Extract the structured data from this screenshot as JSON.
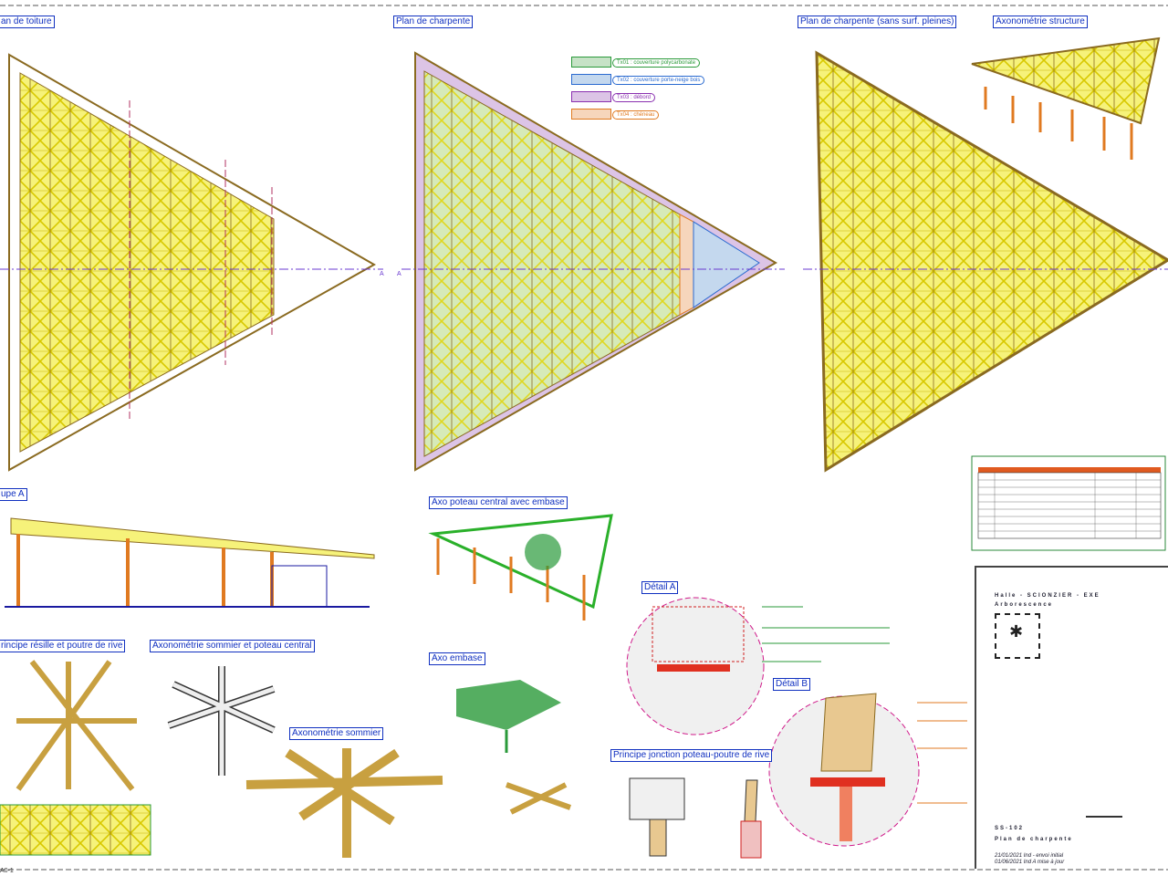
{
  "sheet_id": "A0-1",
  "views": {
    "plan_toiture": "an de toiture",
    "plan_charpente": "Plan de charpente",
    "plan_charpente_sans": "Plan de charpente (sans surf. pleines)",
    "axo_structure": "Axonométrie structure",
    "coupe_a": "upe A",
    "axo_poteau": "Axo poteau central avec embase",
    "detail_a": "Détail A",
    "detail_b": "Détail B",
    "principe_resille": "rincipe résille et poutre de rive",
    "axo_sommier_poteau": "Axonométrie sommier et poteau central",
    "axo_sommier": "Axonométrie sommier",
    "axo_embase": "Axo embase",
    "principe_jonction": "Principe jonction poteau-poutre de rive"
  },
  "legend": [
    {
      "label": "Tx01 : couverture polycarbonate",
      "color": "#2a9a3a",
      "fill": "#c6e2c6"
    },
    {
      "label": "Tx02 : couverture porte-neige bois",
      "color": "#2a6ad0",
      "fill": "#c4d8ee"
    },
    {
      "label": "Tx03 : débord",
      "color": "#8a30b0",
      "fill": "#dcc4e6"
    },
    {
      "label": "Tx04 : chéneau",
      "color": "#e07a20",
      "fill": "#f6d6bc"
    }
  ],
  "section_marker": "A",
  "title_block": {
    "project": "Halle - SCIONZIER - EXE",
    "company": "Arborescence",
    "drawing_no": "SS-102",
    "drawing_title": "Plan de charpente",
    "revisions": [
      "21/01/2021   Ind -   envoi initial",
      "01/06/2021   Ind A  mise à jour"
    ]
  }
}
